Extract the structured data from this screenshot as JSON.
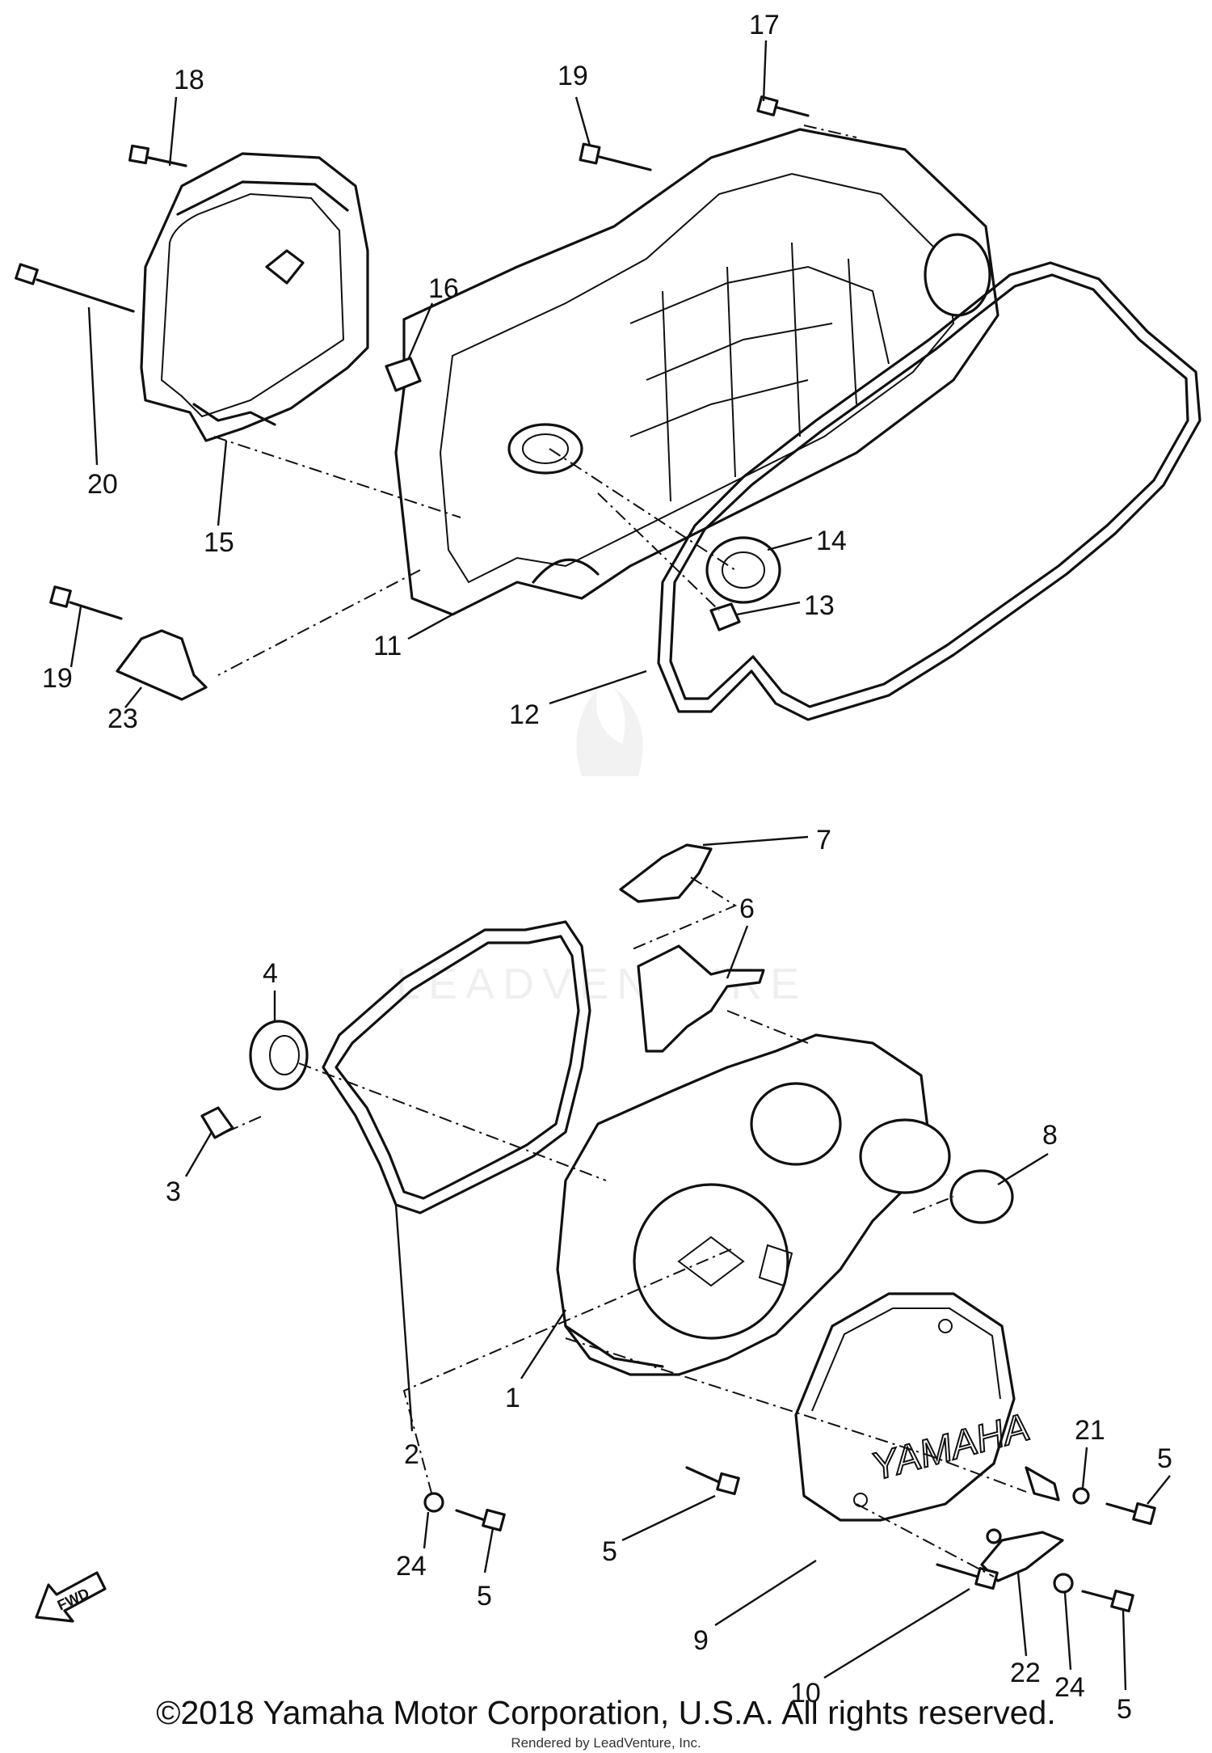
{
  "diagram": {
    "brand_mark": "YAMAHA",
    "fwd_marker": "FWD",
    "watermark": "LEADVENTURE",
    "callouts": [
      "1",
      "2",
      "3",
      "4",
      "5",
      "6",
      "7",
      "8",
      "9",
      "10",
      "11",
      "12",
      "13",
      "14",
      "15",
      "16",
      "17",
      "18",
      "19",
      "20",
      "21",
      "22",
      "23",
      "24"
    ],
    "callout_labels": {
      "c1": "1",
      "c2": "2",
      "c3": "3",
      "c4": "4",
      "c5a": "5",
      "c5b": "5",
      "c5c": "5",
      "c5d": "5",
      "c6": "6",
      "c7": "7",
      "c8": "8",
      "c9": "9",
      "c10": "10",
      "c11": "11",
      "c12": "12",
      "c13": "13",
      "c14": "14",
      "c15": "15",
      "c16": "16",
      "c17": "17",
      "c18": "18",
      "c19a": "19",
      "c19b": "19",
      "c20": "20",
      "c21": "21",
      "c22": "22",
      "c23": "23",
      "c24a": "24",
      "c24b": "24"
    }
  },
  "footer": {
    "copyright": "©2018 Yamaha Motor Corporation, U.S.A. All rights reserved.",
    "render_credit": "Rendered by LeadVenture, Inc."
  }
}
